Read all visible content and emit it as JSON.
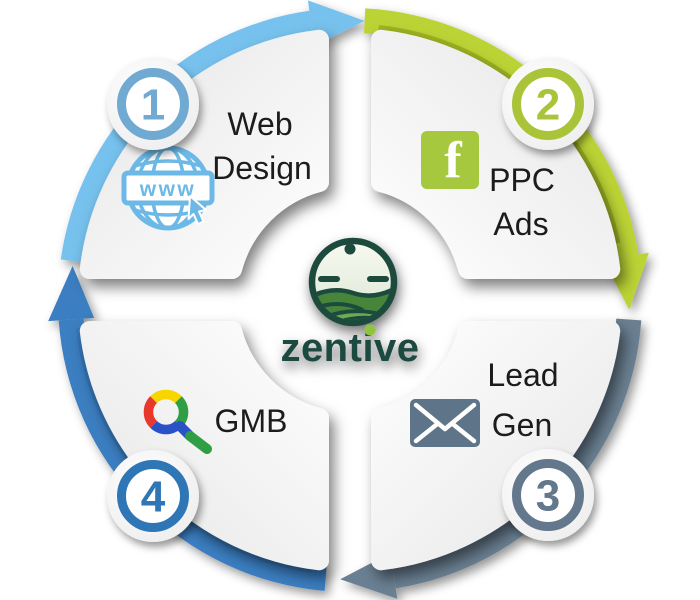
{
  "diagram": {
    "type": "circular-marketing-process",
    "brand": {
      "wordmark": "zentive",
      "wordmark_color": "#1B4A40",
      "emblem": "farm-landscape-emblem",
      "emblem_border_color": "#1E4C3E",
      "i_dot_color": "#8FC43F"
    },
    "globe_banner_text": "www",
    "text_color": "#1C1C1C",
    "steps": [
      {
        "number": "1",
        "position": "top-left",
        "lines": [
          "Web",
          "Design"
        ],
        "icon": "www-globe-icon",
        "icon_color": "#6CB9E7",
        "badge_color": "#6FA9D2",
        "arrow_color": "#76C1ED"
      },
      {
        "number": "2",
        "position": "top-right",
        "lines": [
          "PPC",
          "Ads"
        ],
        "icon": "facebook-icon",
        "icon_color": "#A6C83E",
        "badge_color": "#A9C437",
        "arrow_color": "#BCD334"
      },
      {
        "number": "3",
        "position": "bottom-right",
        "lines": [
          "Lead",
          "Gen"
        ],
        "icon": "envelope-icon",
        "icon_color": "#5E7488",
        "badge_color": "#64788C",
        "arrow_color": "#6B8092"
      },
      {
        "number": "4",
        "position": "bottom-left",
        "lines": [
          "GMB"
        ],
        "icon": "google-magnifier-icon",
        "icon_colors": [
          "#E8382B",
          "#F6D500",
          "#2F9E44",
          "#2B51C6"
        ],
        "badge_color": "#2E76B6",
        "arrow_color": "#3B7EC1"
      }
    ]
  }
}
